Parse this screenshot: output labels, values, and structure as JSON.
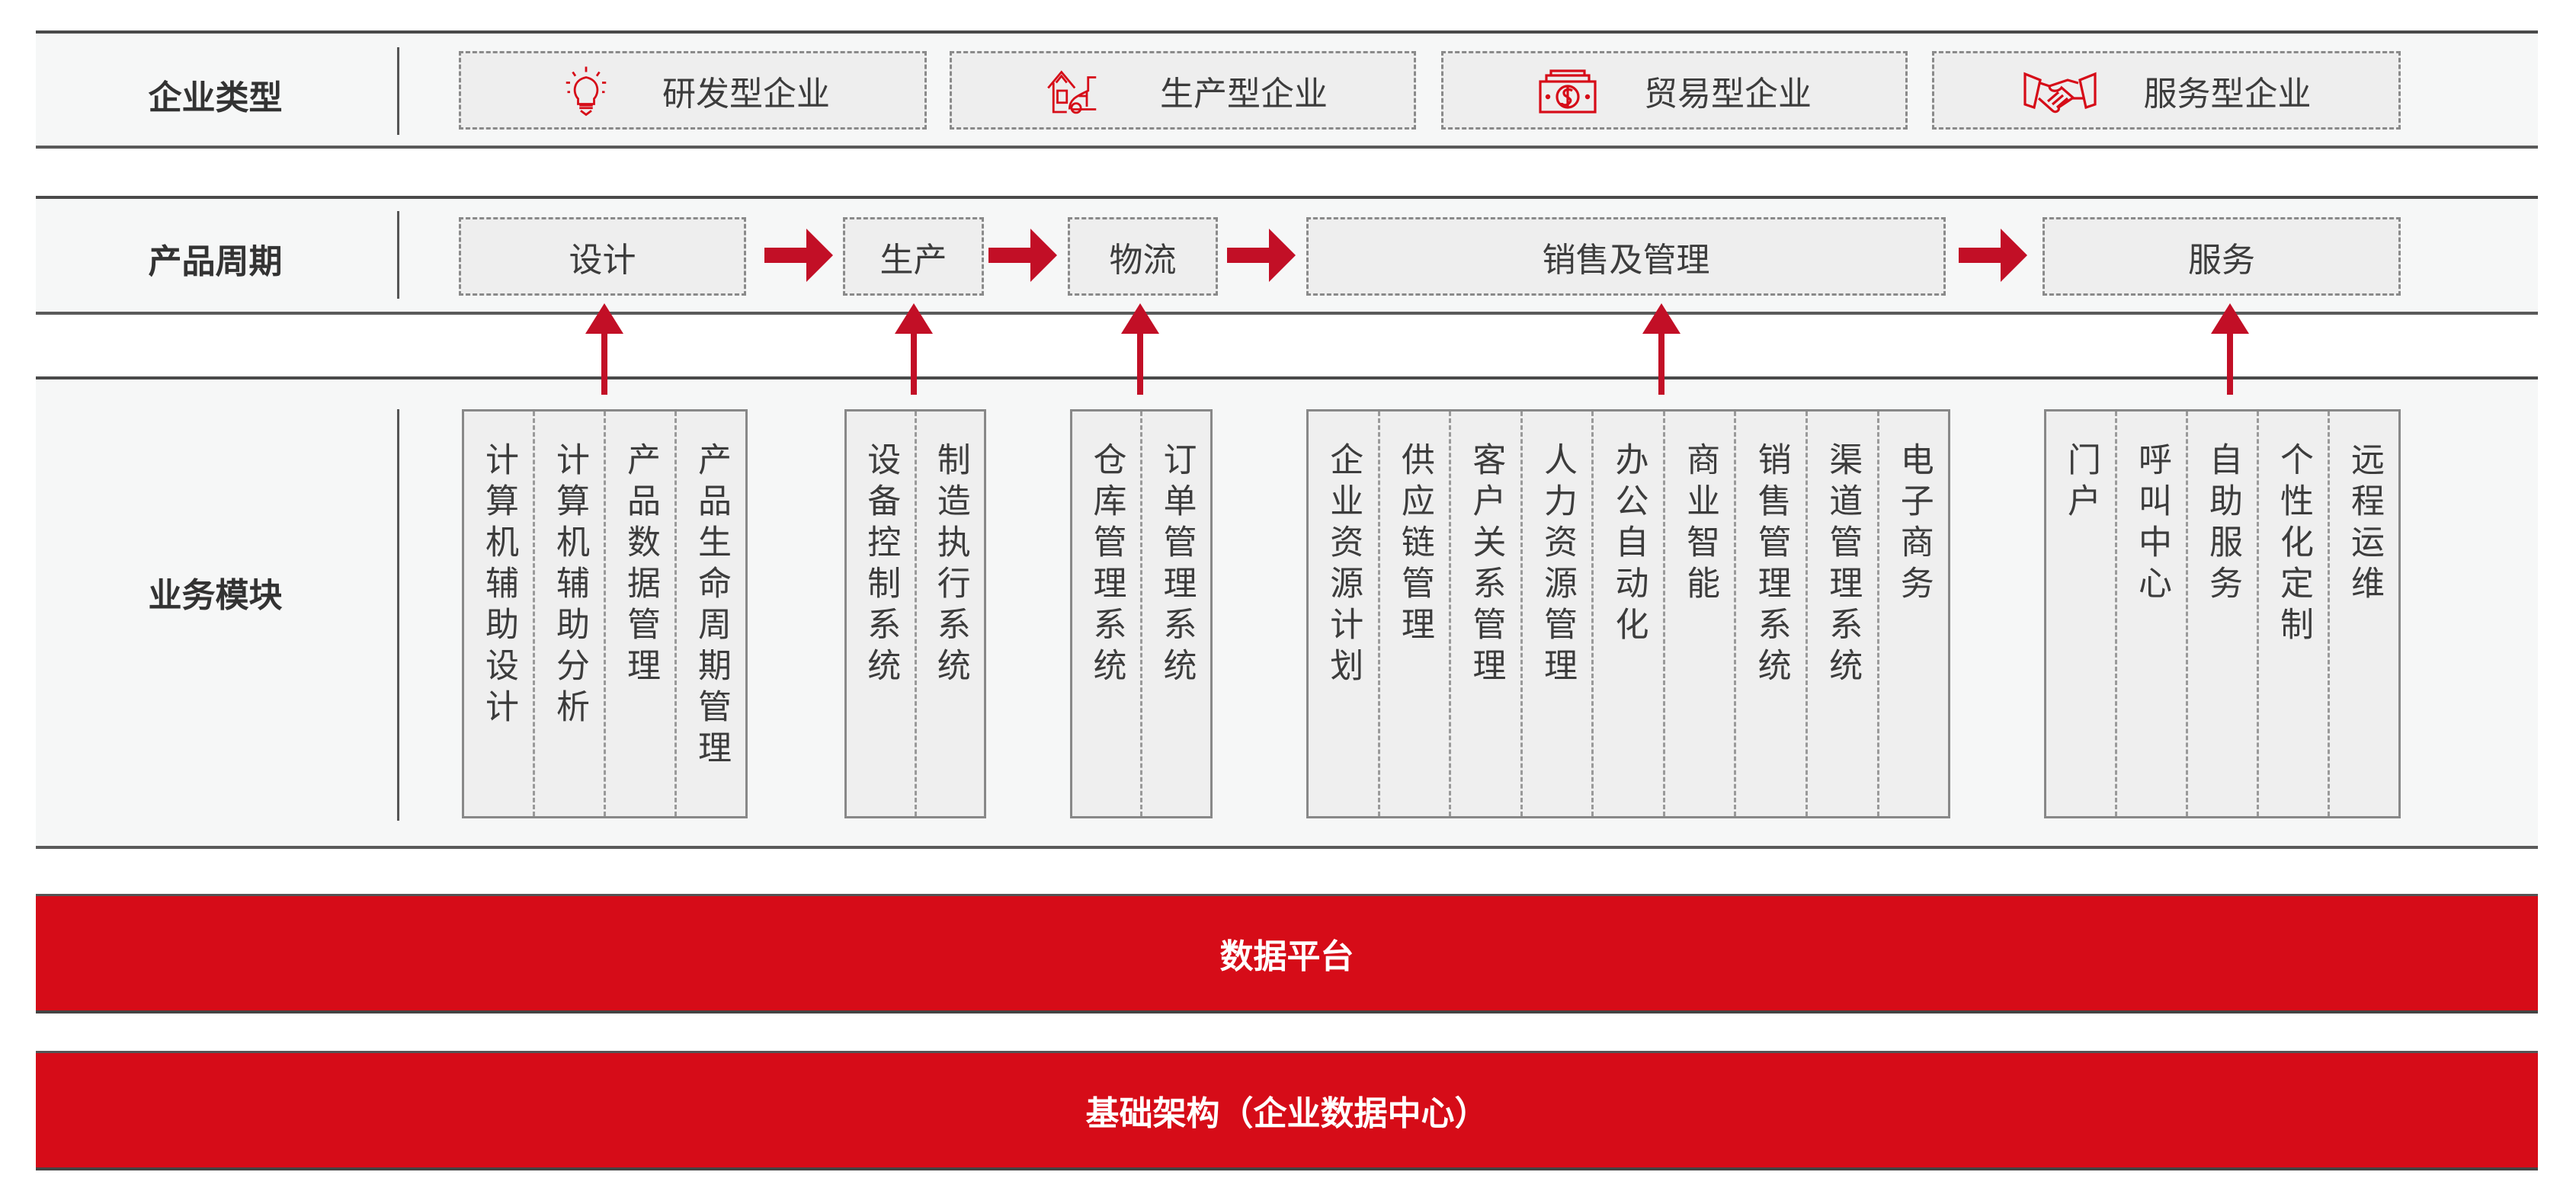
{
  "colors": {
    "accent": "#d60c18",
    "arrow": "#c20f26",
    "band_bg": "#f6f7f7",
    "box_bg": "#eeeeee",
    "text": "#3c3c3c"
  },
  "rows": {
    "enterprise_type": {
      "label": "企业类型",
      "items": [
        {
          "label": "研发型企业",
          "icon": "lightbulb-icon"
        },
        {
          "label": "生产型企业",
          "icon": "house-car-icon"
        },
        {
          "label": "贸易型企业",
          "icon": "money-icon"
        },
        {
          "label": "服务型企业",
          "icon": "handshake-icon"
        }
      ]
    },
    "product_lifecycle": {
      "label": "产品周期",
      "stages": [
        "设计",
        "生产",
        "物流",
        "销售及管理",
        "服务"
      ]
    },
    "business_modules": {
      "label": "业务模块",
      "groups": [
        {
          "stage": "设计",
          "modules": [
            "计算机辅助设计",
            "计算机辅助分析",
            "产品数据管理",
            "产品生命周期管理"
          ]
        },
        {
          "stage": "生产",
          "modules": [
            "设备控制系统",
            "制造执行系统"
          ]
        },
        {
          "stage": "物流",
          "modules": [
            "仓库管理系统",
            "订单管理系统"
          ]
        },
        {
          "stage": "销售及管理",
          "modules": [
            "企业资源计划",
            "供应链管理",
            "客户关系管理",
            "人力资源管理",
            "办公自动化",
            "商业智能",
            "销售管理系统",
            "渠道管理系统",
            "电子商务"
          ]
        },
        {
          "stage": "服务",
          "modules": [
            "门户",
            "呼叫中心",
            "自助服务",
            "个性化定制",
            "远程运维"
          ]
        }
      ]
    }
  },
  "platform": {
    "data_platform": "数据平台",
    "infrastructure": "基础架构（企业数据中心）"
  }
}
